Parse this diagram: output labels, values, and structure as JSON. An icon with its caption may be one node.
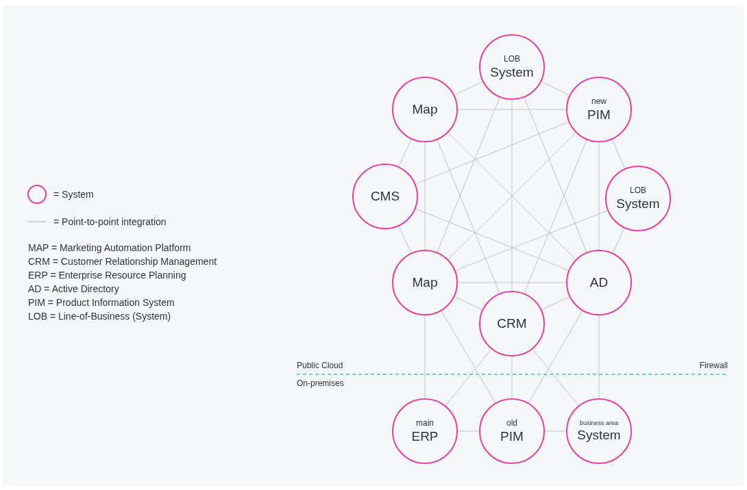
{
  "diagram": {
    "nodes": [
      {
        "text": [
          "LOB",
          "System"
        ]
      },
      {
        "text": [
          "Map"
        ]
      },
      {
        "text": [
          "new",
          "PIM"
        ]
      },
      {
        "text": [
          "CMS"
        ]
      },
      {
        "text": [
          "LOB",
          "System"
        ]
      },
      {
        "text": [
          "Map"
        ]
      },
      {
        "text": [
          "AD"
        ]
      },
      {
        "text": [
          "CRM"
        ]
      },
      {
        "text": [
          "main",
          "ERP"
        ]
      },
      {
        "text": [
          "old",
          "PIM"
        ]
      },
      {
        "text": [
          "business area",
          "System"
        ]
      }
    ],
    "edges": [
      {
        "from": 0,
        "to": 1,
        "arrow": "none"
      },
      {
        "from": 0,
        "to": 2,
        "arrow": "none"
      },
      {
        "from": 1,
        "to": 2,
        "arrow": "none"
      },
      {
        "from": 1,
        "to": 3,
        "arrow": "none"
      },
      {
        "from": 2,
        "to": 4,
        "arrow": "none"
      },
      {
        "from": 3,
        "to": 5,
        "arrow": "none"
      },
      {
        "from": 4,
        "to": 6,
        "arrow": "none"
      },
      {
        "from": 5,
        "to": 6,
        "arrow": "none"
      },
      {
        "from": 5,
        "to": 7,
        "arrow": "none"
      },
      {
        "from": 6,
        "to": 7,
        "arrow": "none"
      },
      {
        "from": 8,
        "to": 9,
        "arrow": "none"
      },
      {
        "from": 9,
        "to": 10,
        "arrow": "none"
      },
      {
        "from": 0,
        "to": 5,
        "arrow": "none"
      },
      {
        "from": 0,
        "to": 6,
        "arrow": "none"
      },
      {
        "from": 0,
        "to": 7,
        "arrow": "none"
      },
      {
        "from": 2,
        "to": 3,
        "arrow": "none"
      },
      {
        "from": 2,
        "to": 5,
        "arrow": "none"
      },
      {
        "from": 2,
        "to": 6,
        "arrow": "none"
      },
      {
        "from": 2,
        "to": 7,
        "arrow": "none"
      },
      {
        "from": 1,
        "to": 5,
        "arrow": "none"
      },
      {
        "from": 1,
        "to": 6,
        "arrow": "none"
      },
      {
        "from": 1,
        "to": 7,
        "arrow": "none"
      },
      {
        "from": 3,
        "to": 6,
        "arrow": "none"
      },
      {
        "from": 4,
        "to": 5,
        "arrow": "none"
      },
      {
        "from": 7,
        "to": 8,
        "arrow": "none"
      },
      {
        "from": 7,
        "to": 10,
        "arrow": "none"
      },
      {
        "from": 5,
        "to": 8,
        "arrow": "none"
      },
      {
        "from": 5,
        "to": 9,
        "arrow": "none"
      },
      {
        "from": 6,
        "to": 9,
        "arrow": "none"
      },
      {
        "from": 6,
        "to": 10,
        "arrow": "none"
      },
      {
        "from": 7,
        "to": 9,
        "arrow": "none"
      }
    ],
    "labels": [
      "Public Cloud",
      "Firewall",
      "On-premises",
      "MAP = Marketing Automation Platform",
      "CRM = Customer Relationship Management",
      "ERP = Enterprise Resource Planning",
      "AD = Active Directory",
      "PIM = Product Information System",
      "LOB = Line-of-Business (System)"
    ],
    "legend": [
      {
        "text": "= System"
      },
      {
        "text": "= Point-to-point integration"
      }
    ]
  }
}
